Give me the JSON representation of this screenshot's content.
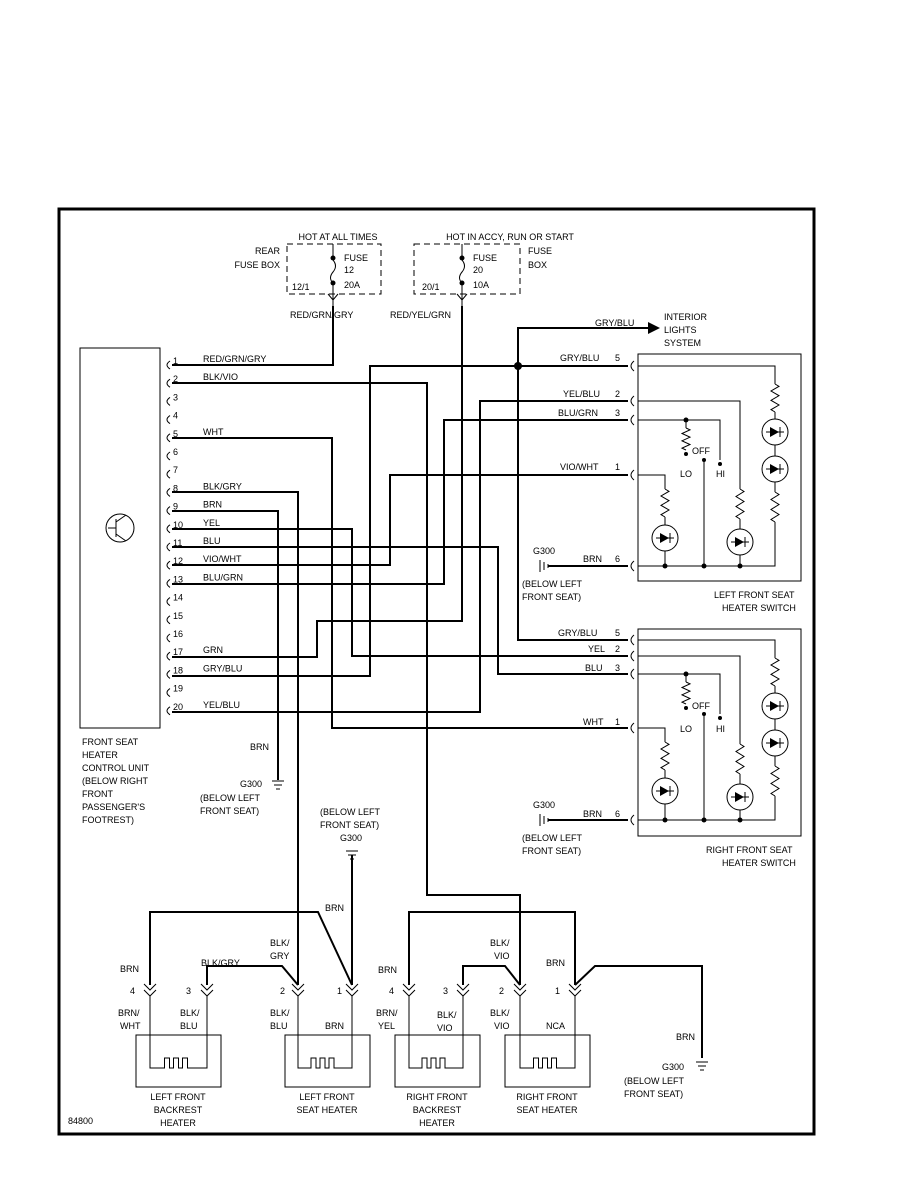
{
  "diagram_id": "84800",
  "fuse_left": {
    "header": "HOT AT ALL TIMES",
    "box_label_1": "REAR",
    "box_label_2": "FUSE BOX",
    "fuse_word": "FUSE",
    "fuse_num": "12",
    "rating": "20A",
    "terminal": "12/1",
    "out_wire": "RED/GRN/GRY"
  },
  "fuse_right": {
    "header": "HOT IN ACCY, RUN OR START",
    "box_label_1": "FUSE",
    "box_label_2": "BOX",
    "fuse_word": "FUSE",
    "fuse_num": "20",
    "rating": "10A",
    "terminal": "20/1",
    "out_wire": "RED/YEL/GRN"
  },
  "interior": {
    "wire": "GRY/BLU",
    "label_1": "INTERIOR",
    "label_2": "LIGHTS",
    "label_3": "SYSTEM"
  },
  "control_unit": {
    "label": [
      "FRONT SEAT",
      "HEATER",
      "CONTROL UNIT",
      "(BELOW RIGHT",
      "FRONT",
      "PASSENGER'S",
      "FOOTREST)"
    ],
    "pins": [
      {
        "pin": "1",
        "wire": "RED/GRN/GRY"
      },
      {
        "pin": "2",
        "wire": "BLK/VIO"
      },
      {
        "pin": "3",
        "wire": ""
      },
      {
        "pin": "4",
        "wire": ""
      },
      {
        "pin": "5",
        "wire": "WHT"
      },
      {
        "pin": "6",
        "wire": ""
      },
      {
        "pin": "7",
        "wire": ""
      },
      {
        "pin": "8",
        "wire": "BLK/GRY"
      },
      {
        "pin": "9",
        "wire": "BRN"
      },
      {
        "pin": "10",
        "wire": "YEL"
      },
      {
        "pin": "11",
        "wire": "BLU"
      },
      {
        "pin": "12",
        "wire": "VIO/WHT"
      },
      {
        "pin": "13",
        "wire": "BLU/GRN"
      },
      {
        "pin": "14",
        "wire": ""
      },
      {
        "pin": "15",
        "wire": ""
      },
      {
        "pin": "16",
        "wire": ""
      },
      {
        "pin": "17",
        "wire": "GRN"
      },
      {
        "pin": "18",
        "wire": "GRY/BLU"
      },
      {
        "pin": "19",
        "wire": ""
      },
      {
        "pin": "20",
        "wire": "YEL/BLU"
      }
    ]
  },
  "left_switch": {
    "label_1": "LEFT FRONT SEAT",
    "label_2": "HEATER SWITCH",
    "pin5": {
      "pin": "5",
      "wire": "GRY/BLU"
    },
    "pin2": {
      "pin": "2",
      "wire": "YEL/BLU"
    },
    "pin3": {
      "pin": "3",
      "wire": "BLU/GRN"
    },
    "pin1": {
      "pin": "1",
      "wire": "VIO/WHT"
    },
    "pin6": {
      "pin": "6",
      "wire": "BRN"
    },
    "lo": "LO",
    "off": "OFF",
    "hi": "HI",
    "ground": "G300",
    "ground_note_1": "(BELOW LEFT",
    "ground_note_2": "FRONT SEAT)"
  },
  "right_switch": {
    "label_1": "RIGHT FRONT SEAT",
    "label_2": "HEATER SWITCH",
    "pin5": {
      "pin": "5",
      "wire": "GRY/BLU"
    },
    "pin2": {
      "pin": "2",
      "wire": "YEL"
    },
    "pin3": {
      "pin": "3",
      "wire": "BLU"
    },
    "pin1": {
      "pin": "1",
      "wire": "WHT"
    },
    "pin6": {
      "pin": "6",
      "wire": "BRN"
    },
    "lo": "LO",
    "off": "OFF",
    "hi": "HI",
    "ground": "G300",
    "ground_note_1": "(BELOW LEFT",
    "ground_note_2": "FRONT SEAT)"
  },
  "cu_ground": {
    "wire": "BRN",
    "name": "G300",
    "note_1": "(BELOW LEFT",
    "note_2": "FRONT SEAT)"
  },
  "mid_ground": {
    "note_1": "(BELOW LEFT",
    "note_2": "FRONT SEAT)",
    "name": "G300",
    "wire": "BRN"
  },
  "heaters": {
    "lfb": {
      "l1": "LEFT FRONT",
      "l2": "BACKREST",
      "l3": "HEATER",
      "pa": "4",
      "pb": "3",
      "wa_top": "BRN",
      "wb_top": "BLK/GRY",
      "wa_bot_1": "BRN/",
      "wa_bot_2": "WHT",
      "wb_bot_1": "BLK/",
      "wb_bot_2": "BLU"
    },
    "lfs": {
      "l1": "LEFT FRONT",
      "l2": "SEAT HEATER",
      "pa": "2",
      "pb": "1",
      "wa_top_1": "BLK/",
      "wa_top_2": "GRY",
      "wb_top": "BRN",
      "wa_bot_1": "BLK/",
      "wa_bot_2": "BLU",
      "wb_bot": "BRN"
    },
    "rfb": {
      "l1": "RIGHT FRONT",
      "l2": "BACKREST",
      "l3": "HEATER",
      "pa": "4",
      "pb": "3",
      "wa_top": "BRN",
      "wa_bot_1": "BRN/",
      "wa_bot_2": "YEL",
      "wb_bot_1": "BLK/",
      "wb_bot_2": "VIO"
    },
    "rfs": {
      "l1": "RIGHT FRONT",
      "l2": "SEAT HEATER",
      "pa": "2",
      "pb": "1",
      "wa_top_1": "BLK/",
      "wa_top_2": "VIO",
      "wb_top": "BRN",
      "wa_bot_1": "BLK/",
      "wa_bot_2": "VIO",
      "wb_bot": "NCA"
    }
  },
  "bottom_ground": {
    "wire": "BRN",
    "name": "G300",
    "note_1": "(BELOW LEFT",
    "note_2": "FRONT SEAT)"
  }
}
